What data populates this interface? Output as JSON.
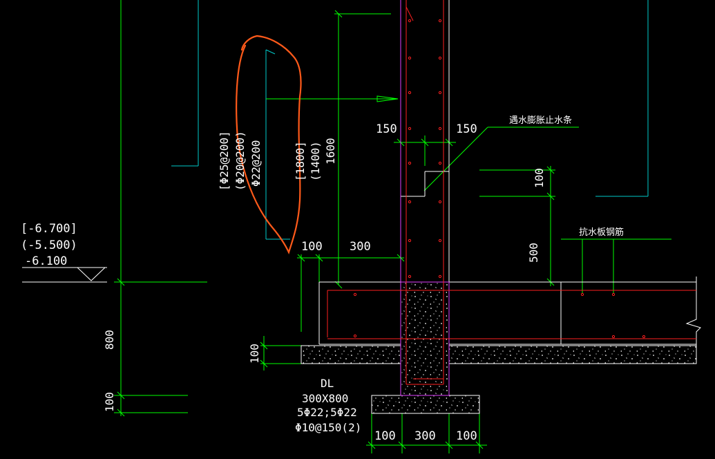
{
  "colors": {
    "background": "#000000",
    "dimension": "#00ff00",
    "outline": "#ffffff",
    "rebar": "#ff2020",
    "wall_outline": "#e040ff",
    "leader": "#00dddd",
    "markup": "#ff5a1a"
  },
  "wall_rebar": {
    "line1": "[Φ25@200]",
    "line2": "(Φ20@200)",
    "line3": "Φ22@200"
  },
  "wall_length": {
    "line1": "[1800]",
    "line2": "(1400)",
    "line3": "1600"
  },
  "dims": {
    "left_150": "150",
    "right_150": "150",
    "d_100_right": "100",
    "d_500": "500",
    "d_100_top": "100",
    "d_300_top": "300",
    "d_800": "800",
    "d_100_left": "100",
    "d_100_slab": "100",
    "d_100_base_left": "100",
    "d_300_base": "300",
    "d_100_base_right": "100"
  },
  "labels": {
    "waterstop": "遇水膨胀止水条",
    "slab_rebar": "抗水板钢筋"
  },
  "levels": {
    "l1": "[-6.700]",
    "l2": "(-5.500)",
    "l3": "-6.100"
  },
  "beam": {
    "name": "DL",
    "size": "300X800",
    "bars": "5Φ22;5Φ22",
    "stirrup": "Φ10@150(2)"
  }
}
